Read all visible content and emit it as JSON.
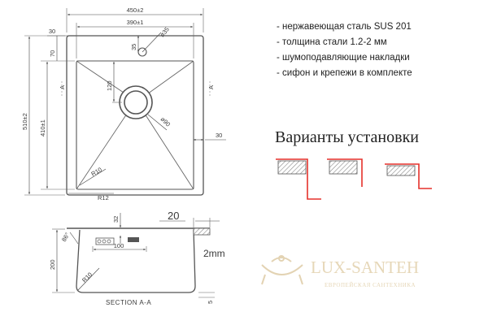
{
  "features": [
    "- нержавеющая сталь SUS 201",
    "- толщина стали 1.2-2 мм",
    "- шумоподавляющие накладки",
    "- сифон и крепежи в комплекте"
  ],
  "variants_title": "Варианты установки",
  "top_view": {
    "width_overall": "450±2",
    "width_bowl": "390±1",
    "height_overall": "510±2",
    "height_bowl": "410±1",
    "side_margin": "30",
    "top_margin": "70",
    "right_margin": "30",
    "tap_hole_diameter": "ø35",
    "tap_hole_offset": "35",
    "drain_offset": "120",
    "drain_diameter": "ø90",
    "inner_radius": "R10",
    "outer_radius": "R12",
    "section_mark_left": "A",
    "section_mark_right": "A"
  },
  "section_view": {
    "depth": "200",
    "rim_height": "32",
    "flange": "20",
    "thickness": "2mm",
    "angle": "86°",
    "drain_width": "100",
    "bottom_radius": "R10",
    "caption": "SECTION A-A",
    "small_dim": "5"
  },
  "watermark": {
    "brand": "LUX-SANTEH",
    "tagline": "ЕВРОПЕЙСКАЯ САНТЕХНИКА"
  },
  "colors": {
    "line": "#555555",
    "red_accent": "#e5312b",
    "hatch": "#777777",
    "watermark": "#e9dcc0"
  }
}
